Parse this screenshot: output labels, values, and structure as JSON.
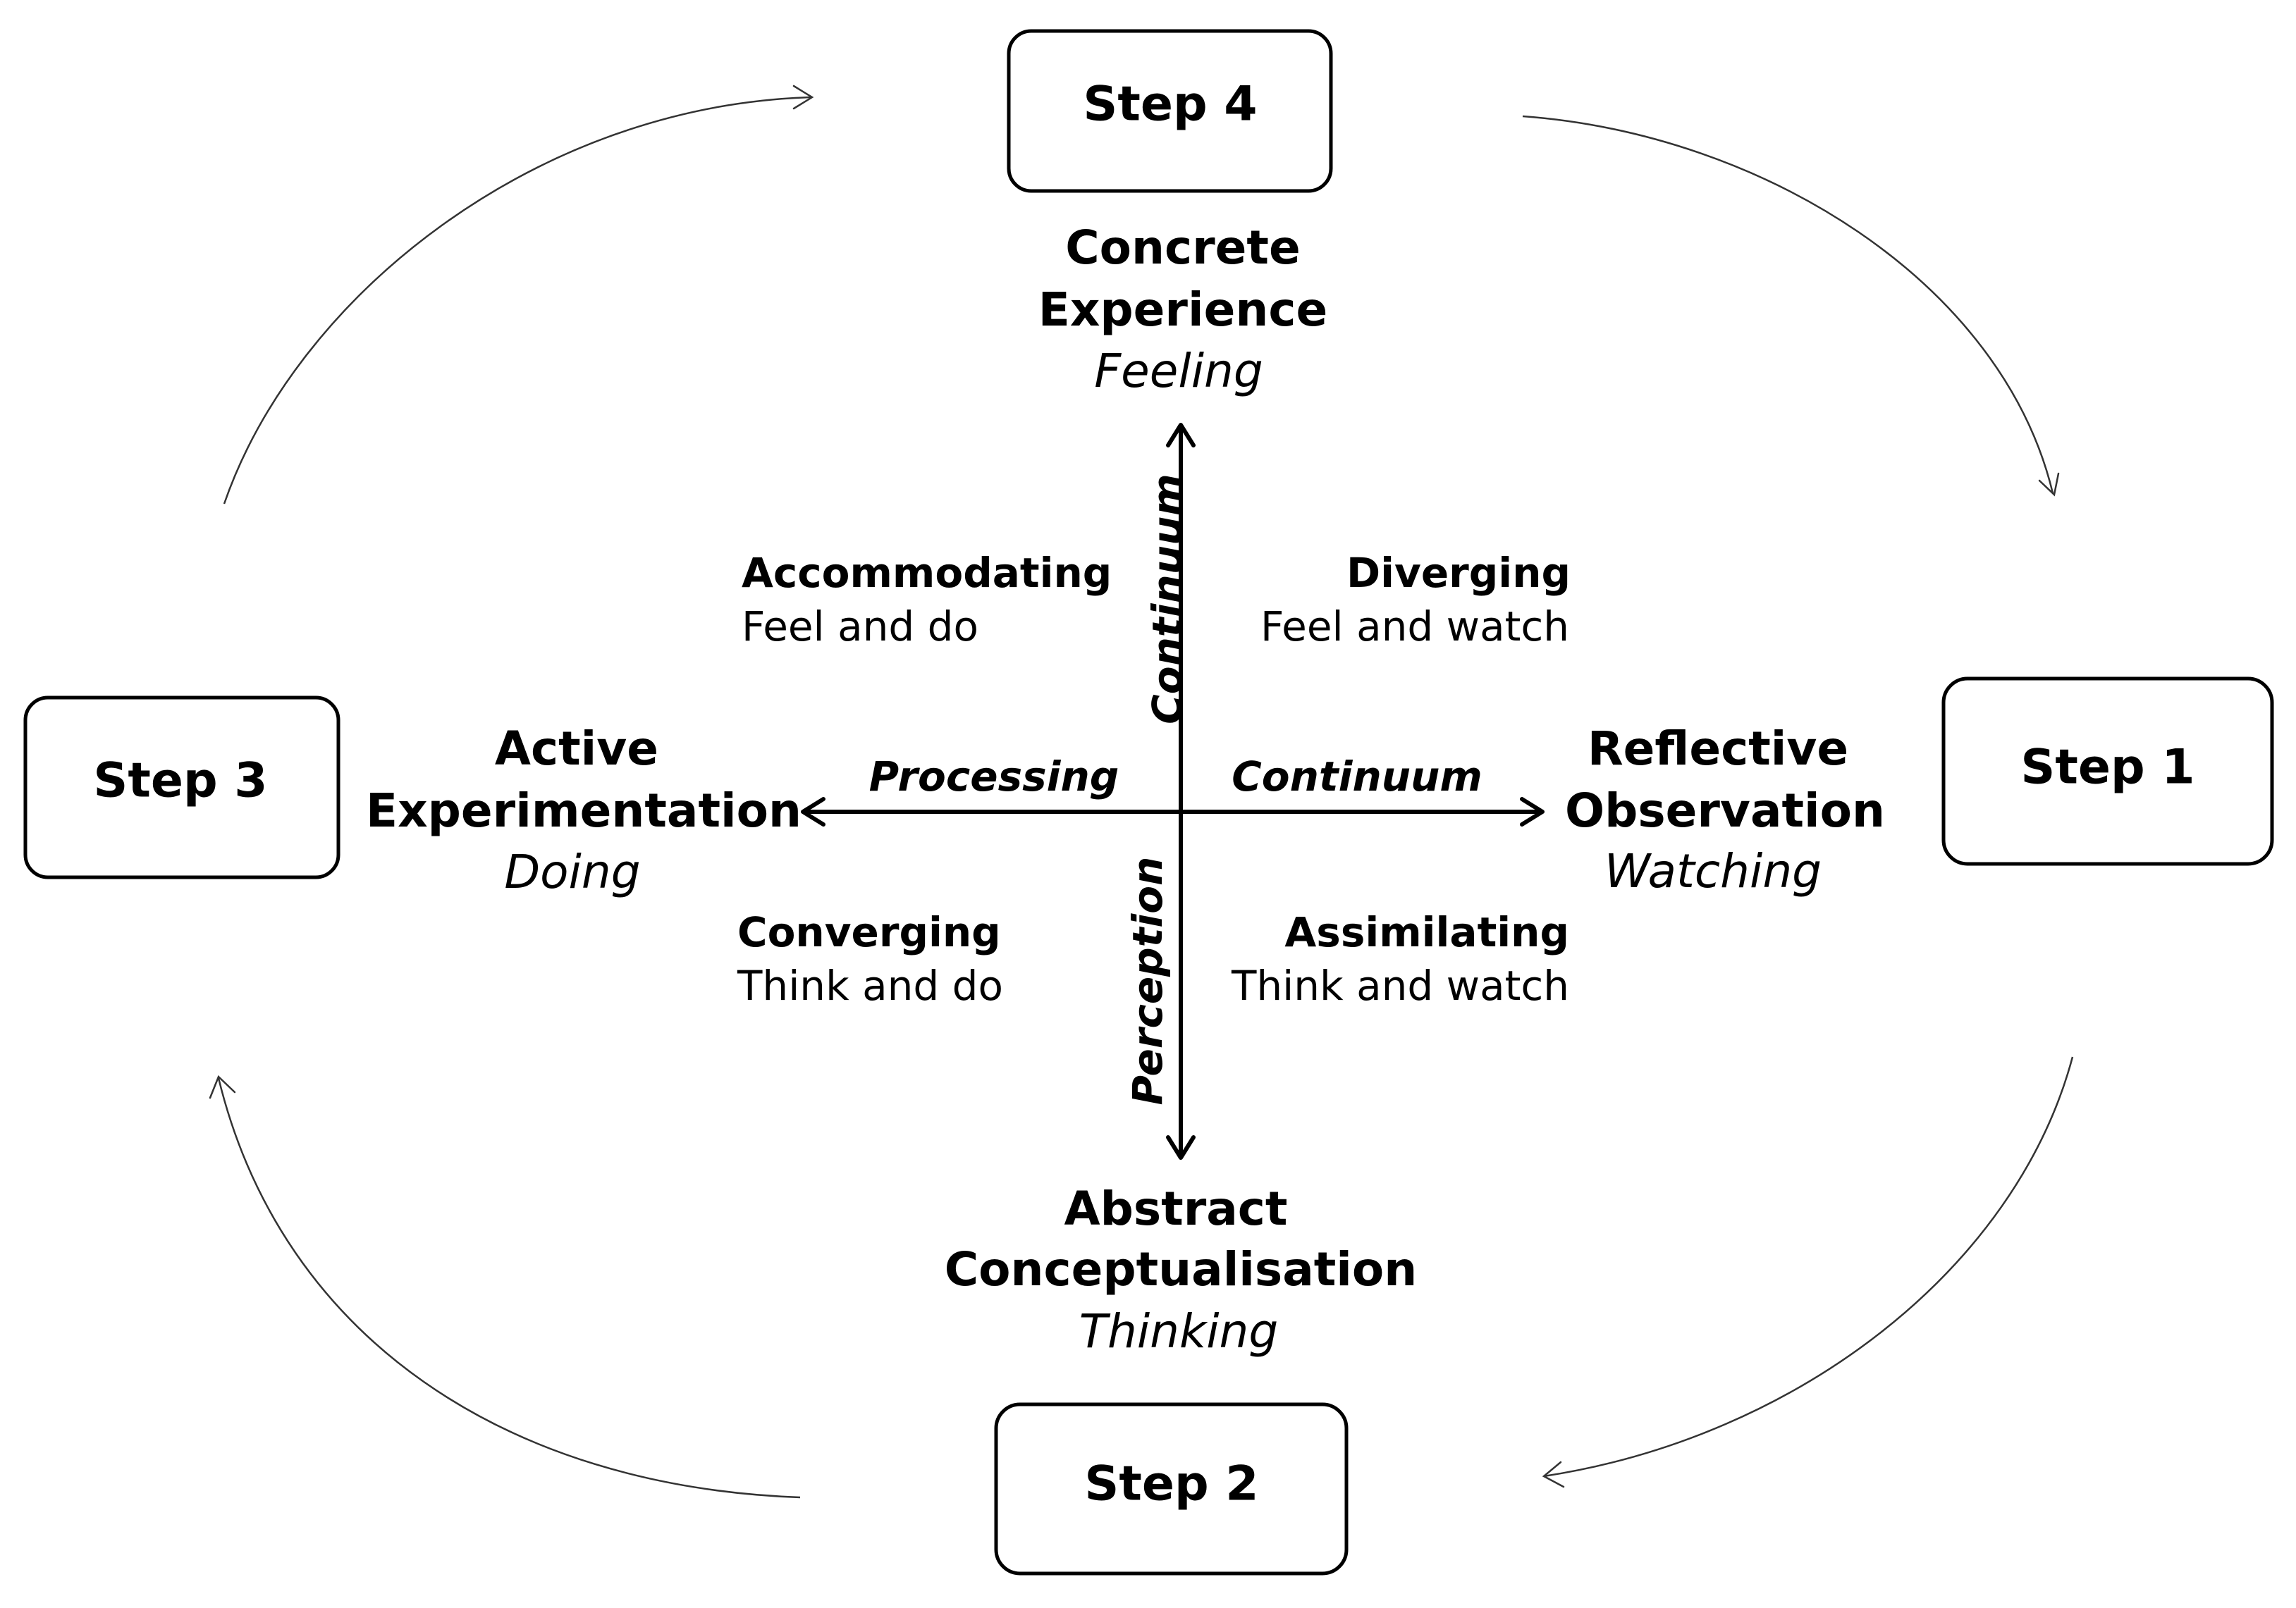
{
  "steps": {
    "step1": "Step 1",
    "step2": "Step 2",
    "step3": "Step 3",
    "step4": "Step 4"
  },
  "poles": {
    "top": {
      "line1": "Concrete",
      "line2": "Experience",
      "sub": "Feeling"
    },
    "right": {
      "line1": "Reflective",
      "line2": "Observation",
      "sub": "Watching"
    },
    "bottom": {
      "line1": "Abstract",
      "line2": "Conceptualisation",
      "sub": "Thinking"
    },
    "left": {
      "line1": "Active",
      "line2": "Experimentation",
      "sub": "Doing"
    }
  },
  "quadrants": {
    "top_left": {
      "title": "Accommodating",
      "desc": "Feel and do"
    },
    "top_right": {
      "title": "Diverging",
      "desc": "Feel and watch"
    },
    "bottom_left": {
      "title": "Converging",
      "desc": "Think and do"
    },
    "bottom_right": {
      "title": "Assimilating",
      "desc": "Think and watch"
    }
  },
  "axis_labels": {
    "vertical_top": "Continuum",
    "vertical_bottom": "Perception",
    "horizontal_left": "Processing",
    "horizontal_right": "Continuum"
  }
}
